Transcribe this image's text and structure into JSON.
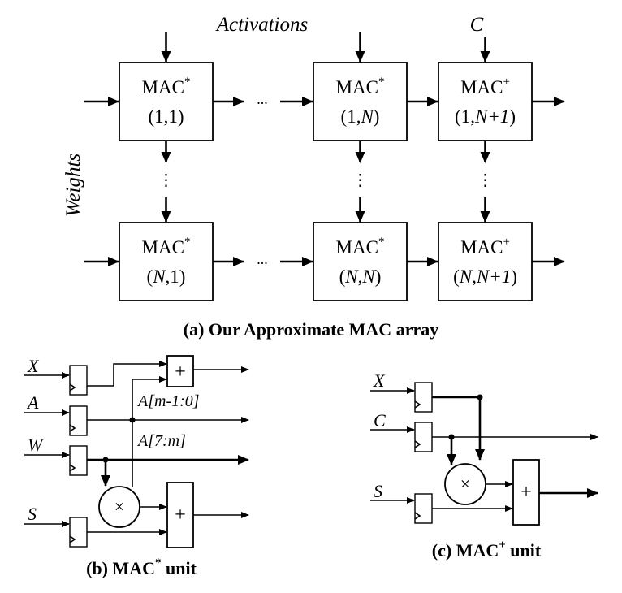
{
  "array": {
    "top_label": "Activations",
    "c_label": "C",
    "side_label": "Weights",
    "ellipsis_h": "...",
    "ellipsis_v": "⋮",
    "cells": [
      {
        "name": "MAC",
        "sup": "*",
        "idx_open": "(",
        "idx_a": "1",
        "idx_sep": ",",
        "idx_b": "1",
        "idx_close": ")"
      },
      {
        "name": "MAC",
        "sup": "*",
        "idx_open": "(",
        "idx_a": "1",
        "idx_sep": ",",
        "idx_b": "N",
        "idx_close": ")"
      },
      {
        "name": "MAC",
        "sup": "+",
        "idx_open": "(",
        "idx_a": "1",
        "idx_sep": ",",
        "idx_b": "N+1",
        "idx_close": ")"
      },
      {
        "name": "MAC",
        "sup": "*",
        "idx_open": "(",
        "idx_a": "N",
        "idx_sep": ",",
        "idx_b": "1",
        "idx_close": ")"
      },
      {
        "name": "MAC",
        "sup": "*",
        "idx_open": "(",
        "idx_a": "N",
        "idx_sep": ",",
        "idx_b": "N",
        "idx_close": ")"
      },
      {
        "name": "MAC",
        "sup": "+",
        "idx_open": "(",
        "idx_a": "N",
        "idx_sep": ",",
        "idx_b": "N+1",
        "idx_close": ")"
      }
    ],
    "caption": "(a) Our Approximate MAC array"
  },
  "mac_star_unit": {
    "inputs": [
      "X",
      "A",
      "W",
      "S"
    ],
    "adder_symbol": "+",
    "multiplier_symbol": "×",
    "bus_low": "A[m-1:0]",
    "bus_high": "A[7:m]",
    "caption_pre": "(b) MAC",
    "caption_sup": "*",
    "caption_post": " unit"
  },
  "mac_plus_unit": {
    "inputs": [
      "X",
      "C",
      "S"
    ],
    "adder_symbol": "+",
    "multiplier_symbol": "×",
    "caption_pre": "(c) MAC",
    "caption_sup": "+",
    "caption_post": " unit"
  }
}
